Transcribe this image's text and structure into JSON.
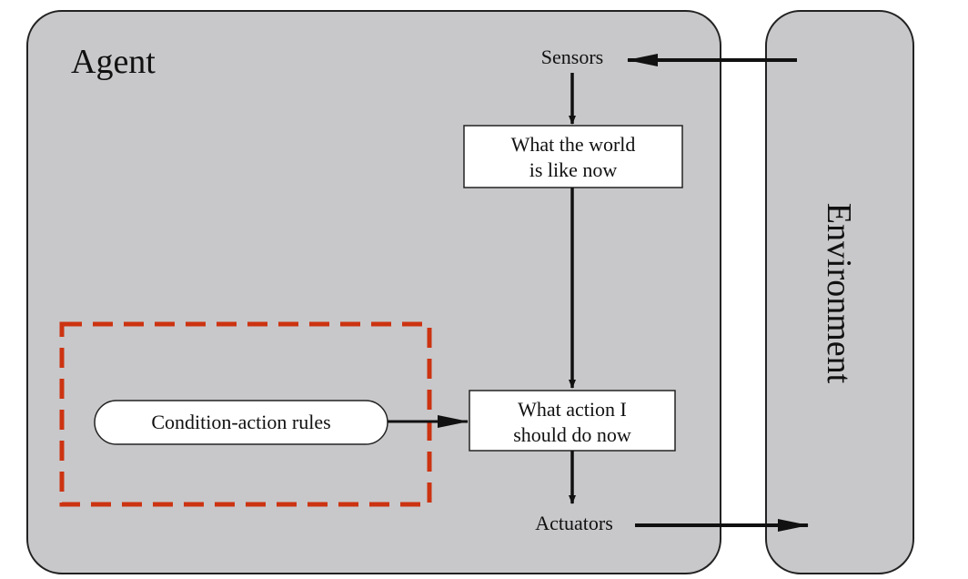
{
  "agent": {
    "title": "Agent"
  },
  "environment": {
    "title": "Environment"
  },
  "sensors": {
    "label": "Sensors"
  },
  "actuators": {
    "label": "Actuators"
  },
  "world_state": {
    "line1": "What the world",
    "line2": "is like now"
  },
  "action_choice": {
    "line1": "What action I",
    "line2": "should do now"
  },
  "rules": {
    "label": "Condition-action rules"
  },
  "colors": {
    "panel_fill": "#c8c8ca",
    "panel_stroke": "#222222",
    "highlight_dashes": "#cc3311",
    "arrow": "#111111"
  }
}
